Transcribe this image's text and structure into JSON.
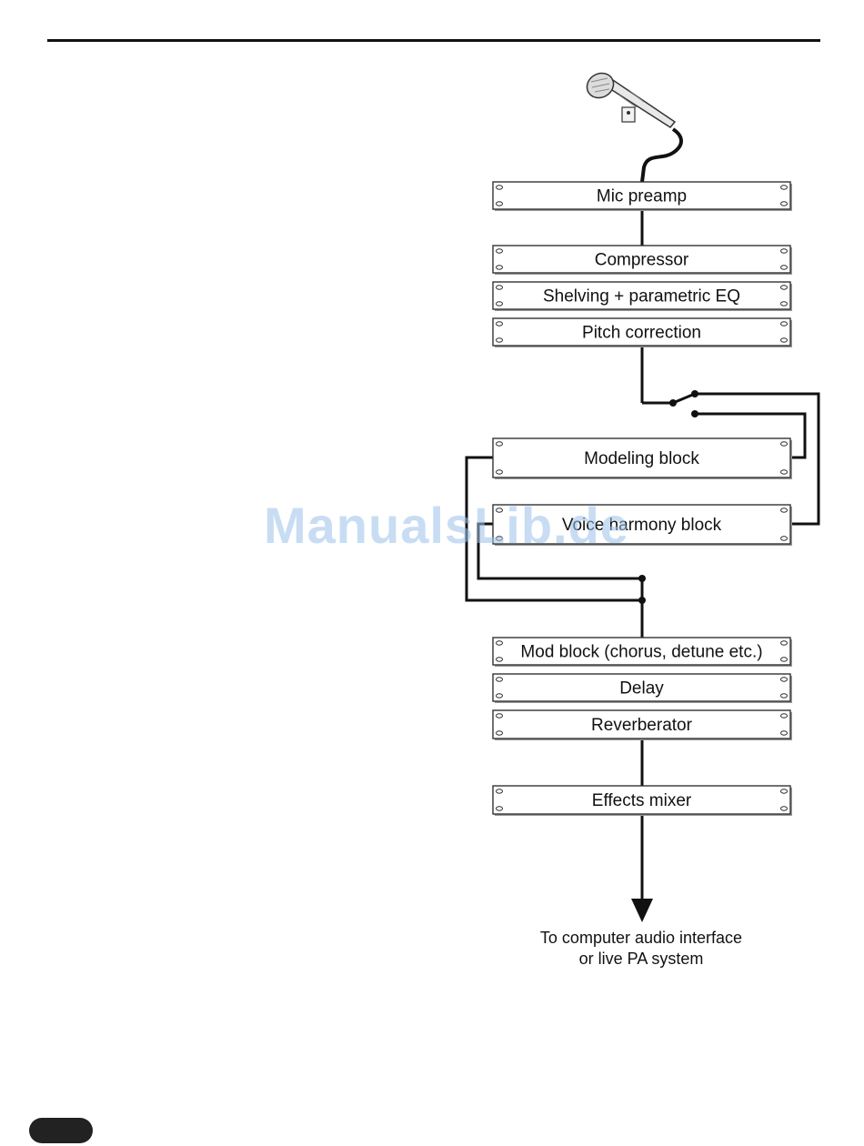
{
  "blocks": [
    {
      "id": "mic-preamp",
      "label": "Mic preamp"
    },
    {
      "id": "compressor",
      "label": "Compressor"
    },
    {
      "id": "eq",
      "label": "Shelving + parametric EQ"
    },
    {
      "id": "pitch-correction",
      "label": "Pitch correction"
    },
    {
      "id": "modeling-block",
      "label": "Modeling block"
    },
    {
      "id": "voice-harmony-block",
      "label": "Voice harmony block"
    },
    {
      "id": "mod-block",
      "label": "Mod block (chorus, detune etc.)"
    },
    {
      "id": "delay",
      "label": "Delay"
    },
    {
      "id": "reverberator",
      "label": "Reverberator"
    },
    {
      "id": "effects-mixer",
      "label": "Effects mixer"
    }
  ],
  "output": {
    "line1": "To computer audio interface",
    "line2": "or live PA system"
  },
  "watermark": "ManualsLib.de"
}
